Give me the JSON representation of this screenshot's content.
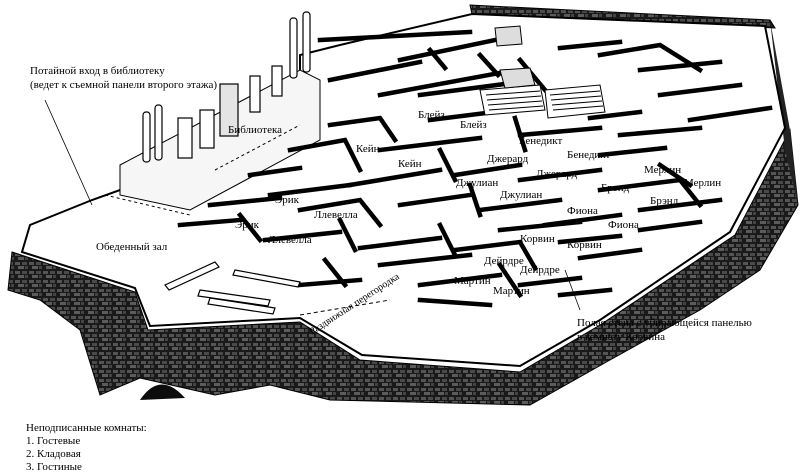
{
  "annotations": {
    "secret_entrance_line1": "Потайной вход в библиотеку",
    "secret_entrance_line2": "(ведет к съемной панели второго этажа)",
    "hollow_wall_line1": "Полая стена с убирающейся панелью",
    "hollow_wall_line2": "в комнату Корвина"
  },
  "areas": {
    "library": "Библиотека",
    "dining_hall": "Обеденный зал",
    "partition": "Раздвижная перегородка"
  },
  "rooms": {
    "bleys_1": "Блейз",
    "bleys_2": "Блейз",
    "benedict_1": "Бенедикт",
    "benedict_2": "Бенедикт",
    "caine_1": "Кейн",
    "caine_2": "Кейн",
    "gerard_1": "Джерард",
    "gerard_2": "Джерард",
    "julian_1": "Джулиан",
    "julian_2": "Джулиан",
    "merlin_1": "Мерлин",
    "merlin_2": "Мерлин",
    "brand_1": "Брэнд",
    "brand_2": "Брэнд",
    "eric_1": "Эрик",
    "eric_2": "Эрик",
    "llewella_1": "Ллевелла",
    "llewella_2": "Ллевелла",
    "fiona_1": "Фиона",
    "fiona_2": "Фиона",
    "corwin_1": "Корвин",
    "corwin_2": "Корвин",
    "deirdre_1": "Дейрдре",
    "deirdre_2": "Дейрдре",
    "martin_1": "Мартин",
    "martin_2": "Мартин"
  },
  "legend": {
    "title": "Неподписанные комнаты:",
    "items": [
      "1. Гостевые",
      "2. Кладовая",
      "3. Гостиные"
    ]
  }
}
